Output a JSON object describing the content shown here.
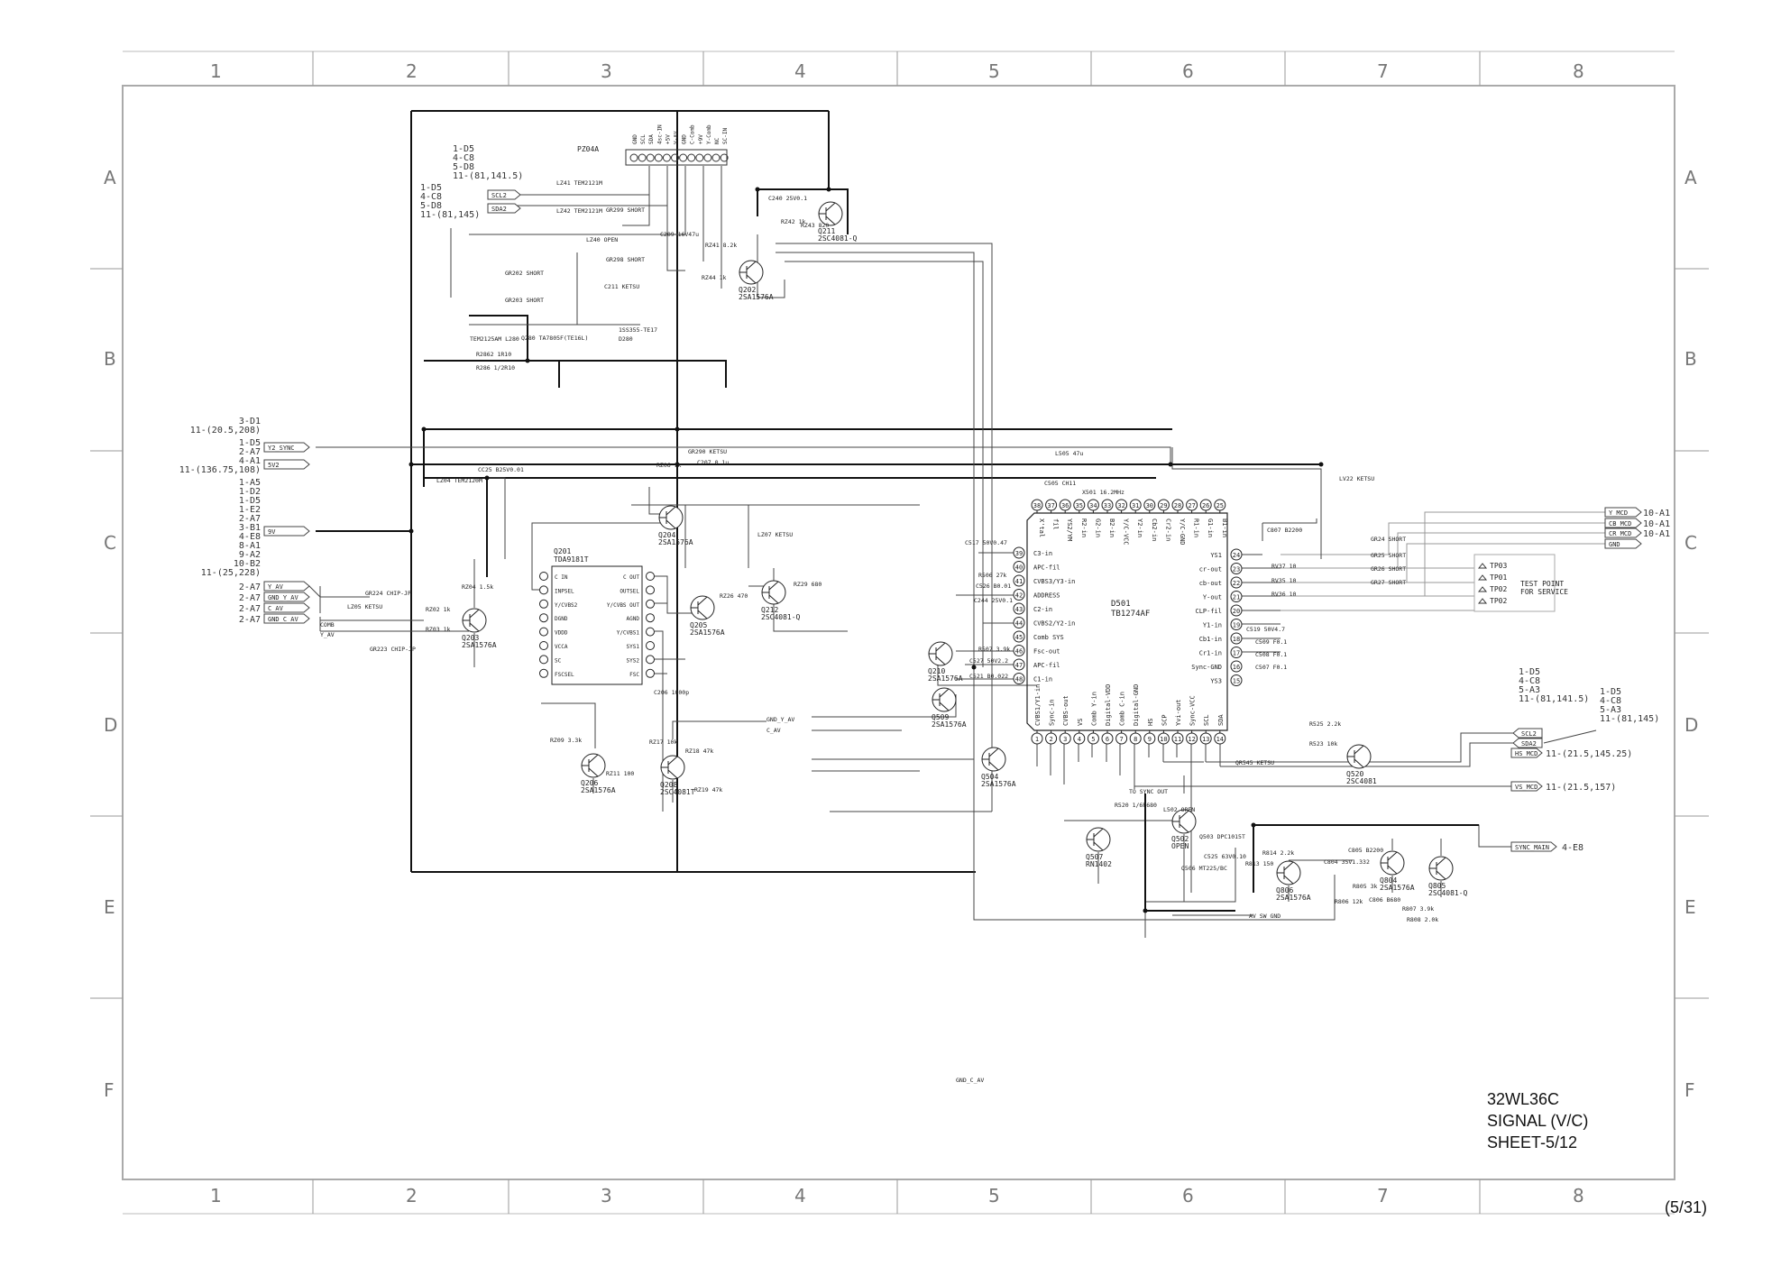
{
  "sheet": {
    "columns": [
      "1",
      "2",
      "3",
      "4",
      "5",
      "6",
      "7",
      "8"
    ],
    "rows": [
      "A",
      "B",
      "C",
      "D",
      "E",
      "F"
    ],
    "title_lines": [
      "32WL36C",
      "SIGNAL (V/C)",
      "SHEET-5/12"
    ],
    "page": "(5/31)"
  },
  "connector": {
    "name": "PZ04A",
    "pins": [
      "GND",
      "SCL",
      "SDA",
      "4sc-IN",
      "+5V",
      "V-AV",
      "GND",
      "C-Comb",
      "+9V",
      "Y-Comb",
      "NC",
      "SC-IN"
    ]
  },
  "ic_main": {
    "name": "D501",
    "part": "TB1274AF",
    "top_pins": [
      {
        "n": "38",
        "label": "X'tal"
      },
      {
        "n": "37",
        "label": "fil"
      },
      {
        "n": "36",
        "label": "YS2/YM"
      },
      {
        "n": "35",
        "label": "R2-in"
      },
      {
        "n": "34",
        "label": "G2-in"
      },
      {
        "n": "33",
        "label": "B2-in"
      },
      {
        "n": "32",
        "label": "Y/C-VCC"
      },
      {
        "n": "31",
        "label": "Y2-in"
      },
      {
        "n": "30",
        "label": "Cb2-in"
      },
      {
        "n": "29",
        "label": "Cr2-in"
      },
      {
        "n": "28",
        "label": "Y/C-GND"
      },
      {
        "n": "27",
        "label": "R1-in"
      },
      {
        "n": "26",
        "label": "G1-in"
      },
      {
        "n": "25",
        "label": "B1-in"
      }
    ],
    "right_pins": [
      {
        "n": "24",
        "label": "YS1"
      },
      {
        "n": "23",
        "label": "cr-out"
      },
      {
        "n": "22",
        "label": "cb-out"
      },
      {
        "n": "21",
        "label": "Y-out"
      },
      {
        "n": "20",
        "label": "CLP-fil"
      },
      {
        "n": "19",
        "label": "Y1-in"
      },
      {
        "n": "18",
        "label": "Cb1-in"
      },
      {
        "n": "17",
        "label": "Cr1-in"
      },
      {
        "n": "16",
        "label": "Sync-GND"
      },
      {
        "n": "15",
        "label": "YS3"
      }
    ],
    "bottom_pins": [
      {
        "n": "1",
        "label": "CVBS1/Y1-in"
      },
      {
        "n": "2",
        "label": "Sync-in"
      },
      {
        "n": "3",
        "label": "CVBS-out"
      },
      {
        "n": "4",
        "label": "VS"
      },
      {
        "n": "5",
        "label": "Comb Y-in"
      },
      {
        "n": "6",
        "label": "Digital-VDD"
      },
      {
        "n": "7",
        "label": "Comb C-in"
      },
      {
        "n": "8",
        "label": "Digital-GND"
      },
      {
        "n": "9",
        "label": "HS"
      },
      {
        "n": "10",
        "label": "SCP"
      },
      {
        "n": "11",
        "label": "Yvi-out"
      },
      {
        "n": "12",
        "label": "Sync-VCC"
      },
      {
        "n": "13",
        "label": "SCL"
      },
      {
        "n": "14",
        "label": "SDA"
      }
    ],
    "left_pins": [
      {
        "n": "39",
        "label": "C3-in"
      },
      {
        "n": "40",
        "label": "APC-fil"
      },
      {
        "n": "41",
        "label": "CVBS3/Y3-in"
      },
      {
        "n": "42",
        "label": "ADDRESS"
      },
      {
        "n": "43",
        "label": "C2-in"
      },
      {
        "n": "44",
        "label": "CVBS2/Y2-in"
      },
      {
        "n": "45",
        "label": "Comb SYS"
      },
      {
        "n": "46",
        "label": "Fsc-out"
      },
      {
        "n": "47",
        "label": "APC-fil"
      },
      {
        "n": "48",
        "label": "C1-in"
      }
    ]
  },
  "ic_comb": {
    "name": "Q201",
    "part": "TDA9181T",
    "left_pins": [
      "C IN",
      "INPSEL",
      "Y/CVBS2",
      "DGND",
      "VDDD",
      "VCCA",
      "SC",
      "FSCSEL"
    ],
    "right_pins": [
      "C OUT",
      "OUTSEL",
      "Y/CVBS OUT",
      "AGND",
      "Y/CVBS1",
      "SYS1",
      "SYS2",
      "FSC"
    ]
  },
  "offpage_left": [
    {
      "label": "Y2_SYNC",
      "refs": [
        "3-D1",
        "11-(20.5,208)"
      ]
    },
    {
      "label": "5V2",
      "refs": [
        "1-D5",
        "2-A7",
        "4-A1",
        "11-(136.75,108)"
      ]
    },
    {
      "label": "9V",
      "refs": [
        "1-A5",
        "1-D2",
        "1-D5",
        "1-E2",
        "2-A7",
        "3-B1",
        "4-E8",
        "8-A1",
        "9-A2",
        "10-B2",
        "11-(25,228)"
      ]
    },
    {
      "label": "Y_AV",
      "refs": [
        "2-A7"
      ]
    },
    {
      "label": "GND_Y_AV",
      "refs": [
        "2-A7"
      ]
    },
    {
      "label": "C_AV",
      "refs": [
        "2-A7"
      ]
    },
    {
      "label": "GND_C_AV",
      "refs": [
        "2-A7"
      ]
    }
  ],
  "offpage_top_left": {
    "scl": {
      "label": "SCL2",
      "refs": [
        "1-D5",
        "4-C8",
        "5-D8",
        "11-(81,141.5)"
      ]
    },
    "sda": {
      "label": "SDA2",
      "refs": [
        "1-D5",
        "4-C8",
        "5-D8",
        "11-(81,145)"
      ]
    }
  },
  "offpage_right": [
    {
      "label": "Y_MCD",
      "ref": "10-A1"
    },
    {
      "label": "CB_MCD",
      "ref": "10-A1"
    },
    {
      "label": "CR_MCD",
      "ref": "10-A1"
    },
    {
      "label": "GND",
      "ref": ""
    }
  ],
  "offpage_right_lower": {
    "scl": {
      "label": "SCL2",
      "refs": [
        "1-D5",
        "4-C8",
        "5-A3",
        "11-(81,141.5)"
      ]
    },
    "sda": {
      "label": "SDA2",
      "refs": [
        "1-D5",
        "4-C8",
        "5-A3",
        "11-(81,145)"
      ]
    },
    "hs": {
      "label": "HS_MCD",
      "ref": "11-(21.5,145.25)"
    },
    "vs": {
      "label": "VS_MCD",
      "ref": "11-(21.5,157)"
    },
    "sync": {
      "label": "SYNC_MAIN",
      "ref": "4-E8"
    }
  },
  "test_points": {
    "points": [
      "TP03",
      "TP01",
      "TP02",
      "TP02"
    ],
    "caption": [
      "TEST POINT",
      "FOR SERVICE"
    ]
  },
  "transistors": [
    {
      "ref": "Q211",
      "part": "2SC4081-Q"
    },
    {
      "ref": "Q202",
      "part": "2SA1576A"
    },
    {
      "ref": "Q203",
      "part": "2SA1576A"
    },
    {
      "ref": "Q204",
      "part": "2SA1576A"
    },
    {
      "ref": "Q205",
      "part": "2SA1576A"
    },
    {
      "ref": "Q212",
      "part": "2SC4081-Q"
    },
    {
      "ref": "Q206",
      "part": "2SA1576A"
    },
    {
      "ref": "Q208",
      "part": "2SC4081T"
    },
    {
      "ref": "Q210",
      "part": "2SA1576A"
    },
    {
      "ref": "Q509",
      "part": "2SA1576A"
    },
    {
      "ref": "Q504",
      "part": "2SA1576A"
    },
    {
      "ref": "Q502",
      "part": "OPEN"
    },
    {
      "ref": "Q507",
      "part": "RN1402"
    },
    {
      "ref": "Q520",
      "part": "2SC4081"
    },
    {
      "ref": "Q804",
      "part": "2SA1576A"
    },
    {
      "ref": "Q805",
      "part": "2SC4081-Q"
    },
    {
      "ref": "Q806",
      "part": "2SA1576A"
    }
  ],
  "components": [
    "LZ41 TEM2121M",
    "LZ42 TEM2121M",
    "GR299 SHORT",
    "GR298 SHORT",
    "LZ40 OPEN",
    "GR202 SHORT",
    "GR203 SHORT",
    "C240 25V0.1",
    "RZ42 1k",
    "RZ43 820",
    "RZ41 8.2k",
    "RZ44 1k",
    "C211 KETSU",
    "C209 16V47u",
    "1SS355-TE17",
    "D280",
    "Q280 TA7805F(TE16L)",
    "TEM2125AM L280",
    "R2862 1R10",
    "R286 1/2R10",
    "LZ04 TEM2120M",
    "CC25 B25V0.01",
    "GR290 KETSU",
    "RZ04 1.5k",
    "RZ02 1k",
    "RZ03 1k",
    "LZ05 KETSU",
    "GR224 CHIP-JP",
    "GR223 CHIP-JP",
    "RZ06 1k",
    "C207 0.1u",
    "RZ26 470",
    "RZ29 680",
    "LZ07 KETSU",
    "RZ09 3.3k",
    "RZ11 100",
    "RZ17 10k",
    "RZ18 47k",
    "RZ19 47k",
    "C206 1000p",
    "L505 47u",
    "X501 16.2MHz",
    "C505 CH11",
    "C517 50V0.47",
    "R506 27k",
    "C526 B0.01",
    "C244 25V0.1",
    "C527 50V2.2",
    "R507 3.9k",
    "C521 B0.022",
    "C509 F0.1",
    "C508 F0.1",
    "C507 F0.1",
    "C519 50V4.7",
    "RV37 10",
    "RV35 10",
    "RV36 10",
    "LV22 KETSU",
    "GR24 SHORT",
    "GR25 SHORT",
    "GR26 SHORT",
    "GR27 SHORT",
    "R525 2.2k",
    "R523 10k",
    "QR545 KETSU",
    "L502 OPEN",
    "Q503 DPC1015T",
    "C525 63V0.10",
    "Q506 MT225/BC",
    "R520 1/6P680",
    "R813 150",
    "R814 2.2k",
    "C805 B2200",
    "C804 35V1.332",
    "R805 3k",
    "R807 3.9k",
    "R806 12k",
    "C806 B680",
    "R808 2.0k",
    "C807 B2200",
    "AV SW GND",
    "TO SYNC OUT",
    "COMB",
    "Y_AV",
    "GND_Y_AV",
    "C_AV",
    "GND_C_AV"
  ]
}
